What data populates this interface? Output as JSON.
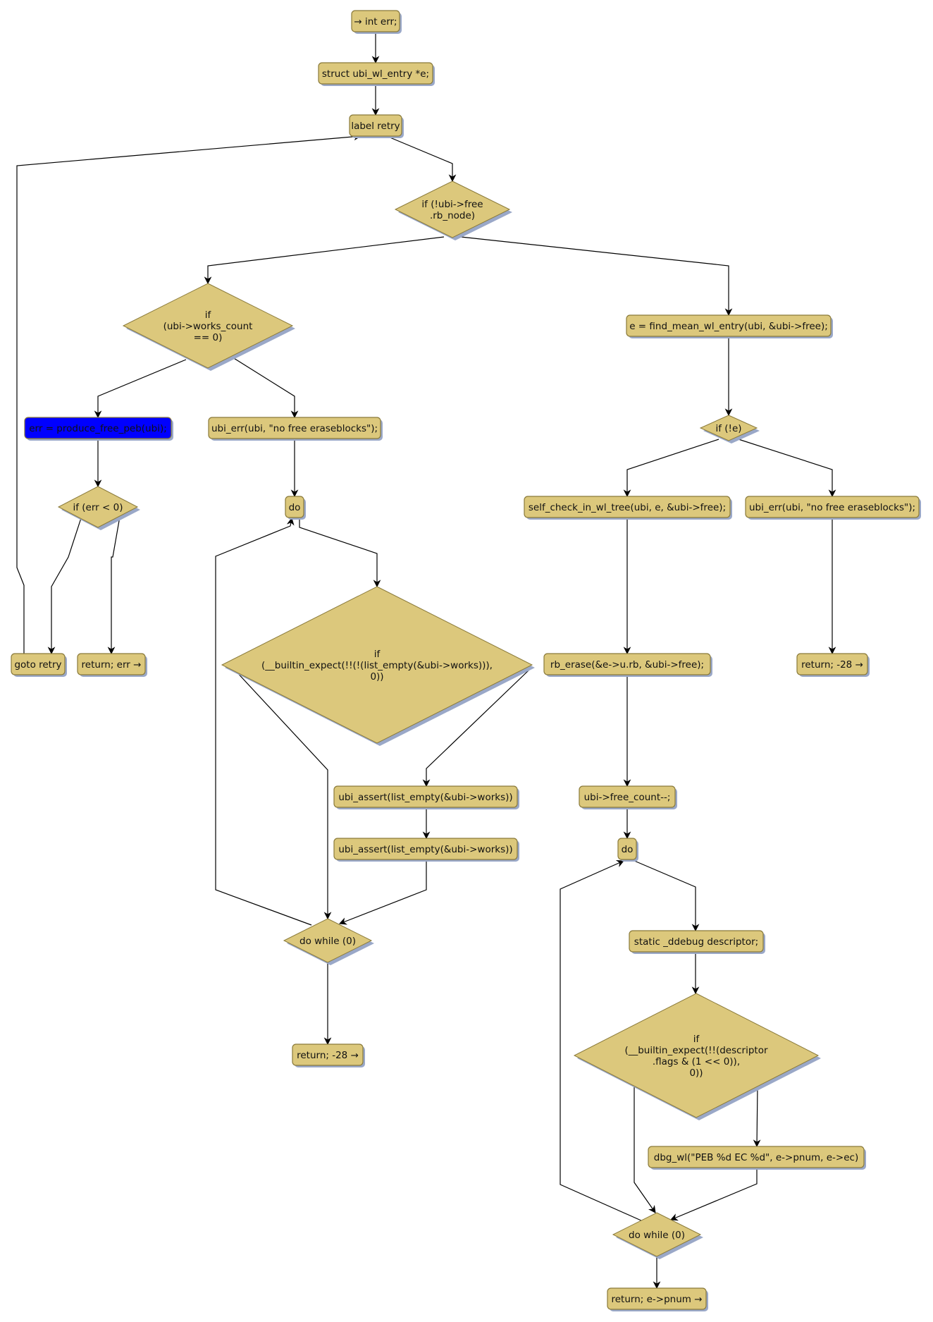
{
  "diagram": {
    "type": "control-flow-graph",
    "colors": {
      "node_fill": "#dcc87c",
      "node_border": "#8a7a3a",
      "highlight_fill": "#0000ff",
      "edge": "#000000",
      "shadow": "#9aa8c8"
    },
    "nodes": [
      {
        "id": "n_int_err",
        "shape": "box",
        "lines": [
          "→ int err;"
        ]
      },
      {
        "id": "n_struct",
        "shape": "box",
        "lines": [
          "struct ubi_wl_entry *e;"
        ]
      },
      {
        "id": "n_label_retry",
        "shape": "box",
        "lines": [
          "label retry"
        ]
      },
      {
        "id": "n_if_free",
        "shape": "diamond",
        "lines": [
          "if (!ubi->free",
          ".rb_node)"
        ]
      },
      {
        "id": "n_if_works",
        "shape": "diamond",
        "lines": [
          "if",
          "(ubi->works_count",
          "== 0)"
        ]
      },
      {
        "id": "n_find_mean",
        "shape": "box",
        "lines": [
          "e = find_mean_wl_entry(ubi, &ubi->free);"
        ]
      },
      {
        "id": "n_produce",
        "shape": "box",
        "highlight": true,
        "lines": [
          "err = produce_free_peb(ubi);"
        ]
      },
      {
        "id": "n_ubi_err1",
        "shape": "box",
        "lines": [
          "ubi_err(ubi, \"no free eraseblocks\");"
        ]
      },
      {
        "id": "n_if_e",
        "shape": "diamond",
        "lines": [
          "if (!e)"
        ]
      },
      {
        "id": "n_if_err",
        "shape": "diamond",
        "lines": [
          "if (err < 0)"
        ]
      },
      {
        "id": "n_do1",
        "shape": "box",
        "lines": [
          "do"
        ]
      },
      {
        "id": "n_self_check",
        "shape": "box",
        "lines": [
          "self_check_in_wl_tree(ubi, e, &ubi->free);"
        ]
      },
      {
        "id": "n_ubi_err2",
        "shape": "box",
        "lines": [
          "ubi_err(ubi, \"no free eraseblocks\");"
        ]
      },
      {
        "id": "n_if_builtin1",
        "shape": "diamond",
        "lines": [
          "if",
          "(__builtin_expect(!!(!(list_empty(&ubi->works))),",
          "0))"
        ]
      },
      {
        "id": "n_goto_retry",
        "shape": "box",
        "lines": [
          "goto retry"
        ]
      },
      {
        "id": "n_return_err",
        "shape": "box",
        "lines": [
          "return; err →"
        ]
      },
      {
        "id": "n_rb_erase",
        "shape": "box",
        "lines": [
          "rb_erase(&e->u.rb, &ubi->free);"
        ]
      },
      {
        "id": "n_return_28b",
        "shape": "box",
        "lines": [
          "return; -28 →"
        ]
      },
      {
        "id": "n_assert1",
        "shape": "box",
        "lines": [
          "ubi_assert(list_empty(&ubi->works))"
        ]
      },
      {
        "id": "n_assert2",
        "shape": "box",
        "lines": [
          "ubi_assert(list_empty(&ubi->works))"
        ]
      },
      {
        "id": "n_free_count",
        "shape": "box",
        "lines": [
          "ubi->free_count--;"
        ]
      },
      {
        "id": "n_do2",
        "shape": "box",
        "lines": [
          "do"
        ]
      },
      {
        "id": "n_dowhile1",
        "shape": "diamond",
        "lines": [
          "do while (0)"
        ]
      },
      {
        "id": "n_static_ddebug",
        "shape": "box",
        "lines": [
          "static _ddebug descriptor;"
        ]
      },
      {
        "id": "n_return_28a",
        "shape": "box",
        "lines": [
          "return; -28 →"
        ]
      },
      {
        "id": "n_if_builtin2",
        "shape": "diamond",
        "lines": [
          "if",
          "(__builtin_expect(!!(descriptor",
          ".flags & (1 << 0)),",
          "0))"
        ]
      },
      {
        "id": "n_dbg_wl",
        "shape": "box",
        "lines": [
          "dbg_wl(\"PEB %d EC %d\", e->pnum, e->ec)"
        ]
      },
      {
        "id": "n_dowhile2",
        "shape": "diamond",
        "lines": [
          "do while (0)"
        ]
      },
      {
        "id": "n_return_pnum",
        "shape": "box",
        "lines": [
          "return; e->pnum →"
        ]
      }
    ],
    "edges": [
      {
        "from": "n_int_err",
        "to": "n_struct"
      },
      {
        "from": "n_struct",
        "to": "n_label_retry"
      },
      {
        "from": "n_label_retry",
        "to": "n_if_free"
      },
      {
        "from": "n_if_free",
        "to": "n_if_works"
      },
      {
        "from": "n_if_free",
        "to": "n_find_mean"
      },
      {
        "from": "n_if_works",
        "to": "n_produce"
      },
      {
        "from": "n_if_works",
        "to": "n_ubi_err1"
      },
      {
        "from": "n_produce",
        "to": "n_if_err"
      },
      {
        "from": "n_if_err",
        "to": "n_goto_retry"
      },
      {
        "from": "n_if_err",
        "to": "n_return_err"
      },
      {
        "from": "n_goto_retry",
        "to": "n_label_retry"
      },
      {
        "from": "n_ubi_err1",
        "to": "n_do1"
      },
      {
        "from": "n_do1",
        "to": "n_if_builtin1"
      },
      {
        "from": "n_if_builtin1",
        "to": "n_dowhile1"
      },
      {
        "from": "n_if_builtin1",
        "to": "n_assert1"
      },
      {
        "from": "n_assert1",
        "to": "n_assert2"
      },
      {
        "from": "n_assert2",
        "to": "n_dowhile1"
      },
      {
        "from": "n_dowhile1",
        "to": "n_do1"
      },
      {
        "from": "n_dowhile1",
        "to": "n_return_28a"
      },
      {
        "from": "n_find_mean",
        "to": "n_if_e"
      },
      {
        "from": "n_if_e",
        "to": "n_self_check"
      },
      {
        "from": "n_if_e",
        "to": "n_ubi_err2"
      },
      {
        "from": "n_ubi_err2",
        "to": "n_return_28b"
      },
      {
        "from": "n_self_check",
        "to": "n_rb_erase"
      },
      {
        "from": "n_rb_erase",
        "to": "n_free_count"
      },
      {
        "from": "n_free_count",
        "to": "n_do2"
      },
      {
        "from": "n_do2",
        "to": "n_static_ddebug"
      },
      {
        "from": "n_static_ddebug",
        "to": "n_if_builtin2"
      },
      {
        "from": "n_if_builtin2",
        "to": "n_dowhile2"
      },
      {
        "from": "n_if_builtin2",
        "to": "n_dbg_wl"
      },
      {
        "from": "n_dbg_wl",
        "to": "n_dowhile2"
      },
      {
        "from": "n_dowhile2",
        "to": "n_do2"
      },
      {
        "from": "n_dowhile2",
        "to": "n_return_pnum"
      }
    ]
  }
}
